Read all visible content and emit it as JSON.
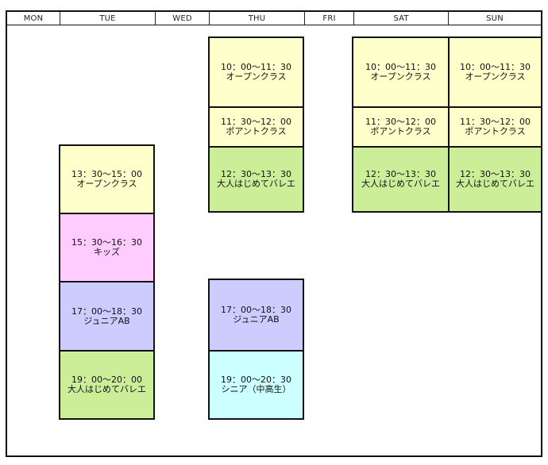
{
  "days": [
    "MON",
    "TUE",
    "WED",
    "THU",
    "FRI",
    "SAT",
    "SUN"
  ],
  "colors": {
    "yellow": "#ffffcc",
    "green": "#ccee99",
    "pink": "#ffccff",
    "purple": "#ccccff",
    "cyan": "#ccffff"
  },
  "classes": {
    "tue": [
      {
        "time": "13：30〜15：00",
        "name": "オープンクラス",
        "color": "yellow"
      },
      {
        "time": "15：30〜16：30",
        "name": "キッズ",
        "color": "pink"
      },
      {
        "time": "17：00〜18：30",
        "name": "ジュニアAB",
        "color": "purple"
      },
      {
        "time": "19：00〜20：00",
        "name": "大人はじめてバレエ",
        "color": "green"
      }
    ],
    "thu_morning": [
      {
        "time": "10：00〜11：30",
        "name": "オープンクラス",
        "color": "yellow"
      },
      {
        "time": "11：30〜12：00",
        "name": "ポアントクラス",
        "color": "yellow"
      },
      {
        "time": "12：30〜13：30",
        "name": "大人はじめてバレエ",
        "color": "green"
      }
    ],
    "thu_evening": [
      {
        "time": "17：00〜18：30",
        "name": "ジュニアAB",
        "color": "purple"
      },
      {
        "time": "19：00〜20：30",
        "name": "シニア（中高生）",
        "color": "cyan"
      }
    ],
    "sat": [
      {
        "time": "10：00〜11：30",
        "name": "オープンクラス",
        "color": "yellow"
      },
      {
        "time": "11：30〜12：00",
        "name": "ポアントクラス",
        "color": "yellow"
      },
      {
        "time": "12：30〜13：30",
        "name": "大人はじめてバレエ",
        "color": "green"
      }
    ],
    "sun": [
      {
        "time": "10：00〜11：30",
        "name": "オープンクラス",
        "color": "yellow"
      },
      {
        "time": "11：30〜12：00",
        "name": "ポアントクラス",
        "color": "yellow"
      },
      {
        "time": "12：30〜13：30",
        "name": "大人はじめてバレエ",
        "color": "green"
      }
    ]
  }
}
